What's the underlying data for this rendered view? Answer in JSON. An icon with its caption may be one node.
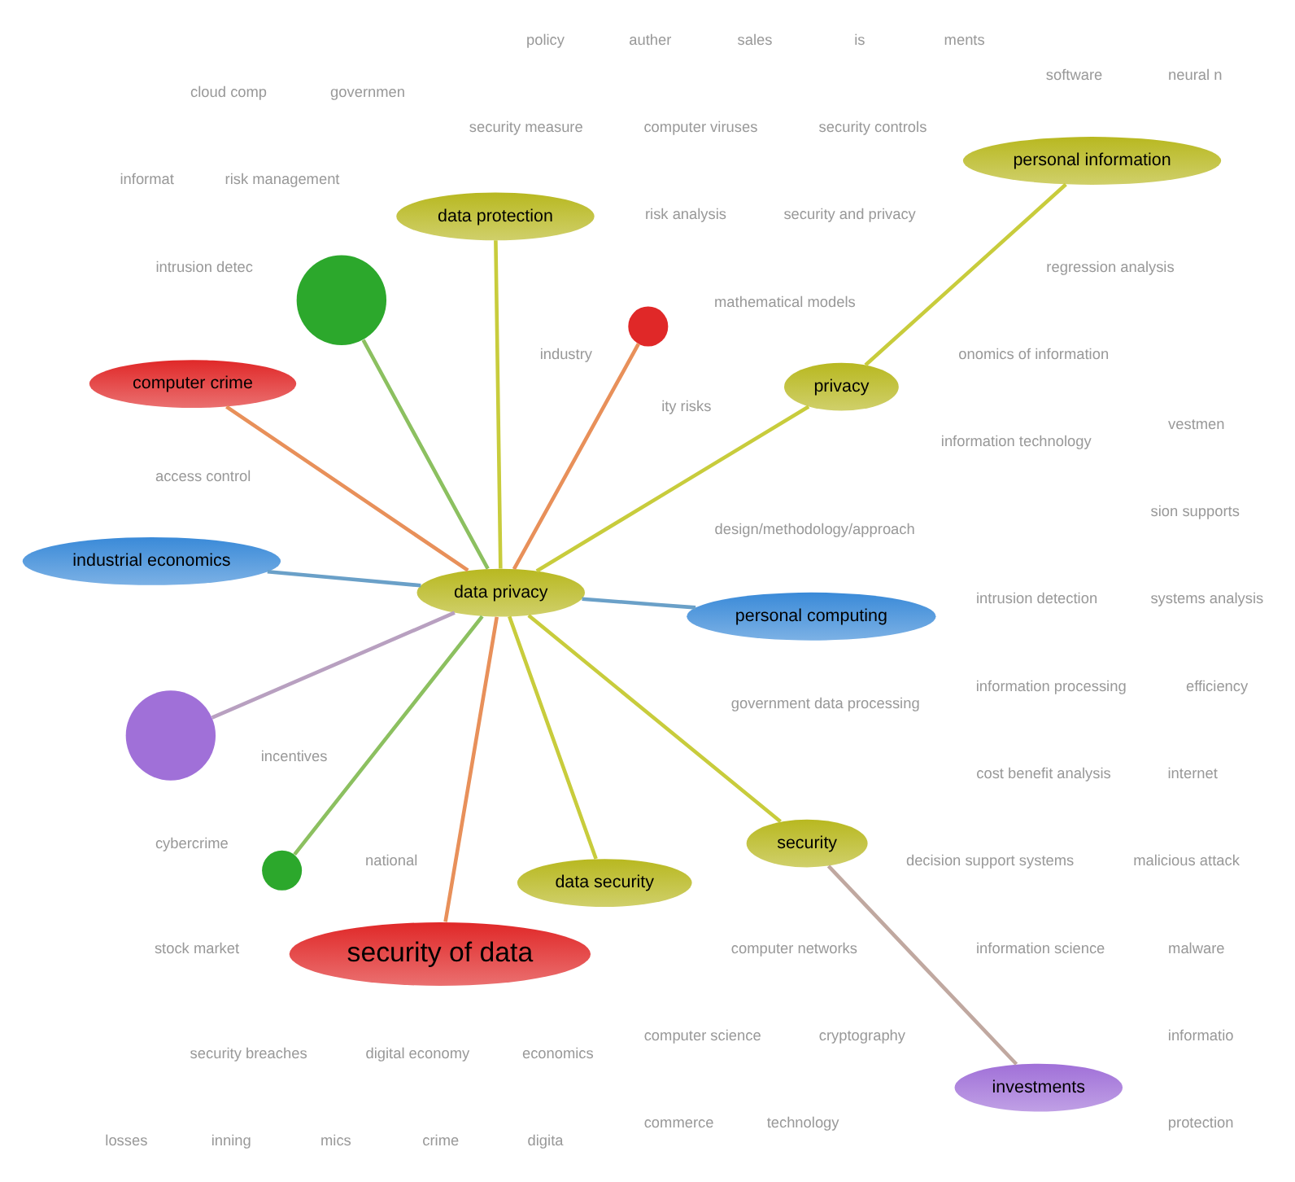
{
  "diagram": {
    "nodes": [
      {
        "text": [
          "industrial economics"
        ]
      },
      {
        "text": [
          "personal computing"
        ]
      },
      {
        "text": [
          "security of data"
        ]
      },
      {
        "text": [
          "computer crime"
        ]
      },
      {
        "text": [],
        "shape": "circle"
      },
      {
        "text": [],
        "shape": "circle"
      },
      {
        "text": [],
        "shape": "circle"
      },
      {
        "text": [
          "investments"
        ]
      },
      {
        "text": [],
        "shape": "circle"
      },
      {
        "text": [
          "security"
        ]
      },
      {
        "text": [
          "data security"
        ]
      },
      {
        "text": [
          "data privacy"
        ]
      },
      {
        "text": [
          "privacy"
        ]
      },
      {
        "text": [
          "personal information"
        ]
      },
      {
        "text": [
          "data protection"
        ]
      }
    ],
    "edges": [
      {
        "from": 11,
        "to": 0,
        "arrow": "none",
        "color": "#6aa0c8"
      },
      {
        "from": 11,
        "to": 1,
        "arrow": "none",
        "color": "#6aa0c8"
      },
      {
        "from": 11,
        "to": 2,
        "arrow": "none",
        "color": "#e8905a"
      },
      {
        "from": 11,
        "to": 3,
        "arrow": "none",
        "color": "#e8905a"
      },
      {
        "from": 11,
        "to": 4,
        "arrow": "none",
        "color": "#e8905a"
      },
      {
        "from": 11,
        "to": 5,
        "arrow": "none",
        "color": "#8cc060"
      },
      {
        "from": 11,
        "to": 6,
        "arrow": "none",
        "color": "#b8a0c0"
      },
      {
        "from": 11,
        "to": 8,
        "arrow": "none",
        "color": "#8cc060"
      },
      {
        "from": 7,
        "to": 9,
        "arrow": "none",
        "color": "#c0a8a0"
      },
      {
        "from": 11,
        "to": 9,
        "arrow": "none"
      },
      {
        "from": 11,
        "to": 10,
        "arrow": "none"
      },
      {
        "from": 11,
        "to": 12,
        "arrow": "none"
      },
      {
        "from": 12,
        "to": 13,
        "arrow": "none"
      },
      {
        "from": 11,
        "to": 14,
        "arrow": "none"
      }
    ],
    "labels": [
      "ity risks",
      "risk management",
      "risk analysis",
      "losses",
      "inning",
      "industry",
      "mics",
      "incentives",
      "economics",
      "malware",
      "intrusion detec",
      "crime",
      "cybercrime",
      "intrusion detection",
      "national",
      "cryptography",
      "governmen",
      "internet",
      "access control",
      "cloud comp",
      "commerce",
      "information technology",
      "computer science",
      "digita",
      "vestmen",
      "ments",
      "onomics of information",
      "security breaches",
      "technology",
      "design/methodology/approach",
      "digital economy",
      "is",
      "decision support systems",
      "security controls",
      "sales",
      "neural n",
      "mathematical models",
      "auther",
      "government data processing",
      "protection",
      "computer viruses",
      "software",
      "informat",
      "cost benefit analysis",
      "computer networks",
      "information science",
      "security and privacy",
      "policy",
      "stock market",
      "regression analysis",
      "security measure",
      "malicious attack",
      "systems analysis",
      "efficiency",
      "information processing",
      "informatio",
      "sion supports"
    ]
  }
}
